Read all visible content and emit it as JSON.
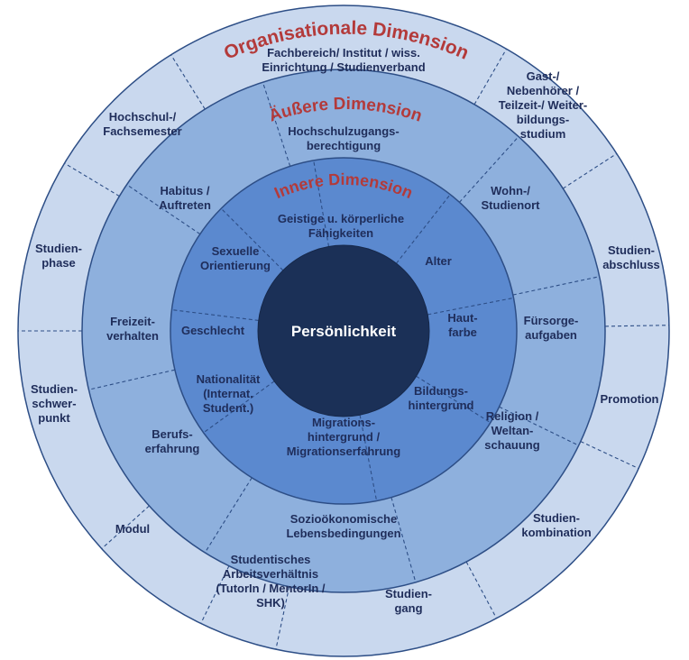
{
  "core": {
    "label": "Persönlichkeit"
  },
  "rings": {
    "outer": {
      "title": "Organisationale Dimension",
      "segments": [
        [
          "Fachbereich/ Institut / wiss.",
          "Einrichtung / Studienverband"
        ],
        [
          "Gast-/",
          "Nebenhörer /",
          "Teilzeit-/ Weiter-",
          "bildungs-",
          "studium"
        ],
        [
          "Studien-",
          "abschluss"
        ],
        [
          "Promotion"
        ],
        [
          "Studien-",
          "kombination"
        ],
        [
          "Studien-",
          "gang"
        ],
        [
          "Studentisches",
          "Arbeitsverhältnis",
          "(TutorIn / MentorIn /",
          "SHK)"
        ],
        [
          "Modul"
        ],
        [
          "Studien-",
          "schwer-",
          "punkt"
        ],
        [
          "Studien-",
          "phase"
        ],
        [
          "Hochschul-/",
          "Fachsemester"
        ]
      ]
    },
    "middle": {
      "title": "Äußere Dimension",
      "segments": [
        [
          "Hochschulzugangs-",
          "berechtigung"
        ],
        [
          "Wohn-/",
          "Studienort"
        ],
        [
          "Fürsorge-",
          "aufgaben"
        ],
        [
          "Religion /",
          "Weltan-",
          "schauung"
        ],
        [
          "Sozioökonomische",
          "Lebensbedingungen"
        ],
        [
          "Berufs-",
          "erfahrung"
        ],
        [
          "Freizeit-",
          "verhalten"
        ],
        [
          "Habitus /",
          "Auftreten"
        ]
      ]
    },
    "inner": {
      "title": "Innere Dimension",
      "segments": [
        [
          "Geistige u. körperliche",
          "Fähigkeiten"
        ],
        [
          "Alter"
        ],
        [
          "Haut-",
          "farbe"
        ],
        [
          "Bildungs-",
          "hintergrund"
        ],
        [
          "Migrations-",
          "hintergrund /",
          "Migrationserfahrung"
        ],
        [
          "Nationalität",
          "(Internat.",
          "Student.)"
        ],
        [
          "Geschlecht"
        ],
        [
          "Sexuelle",
          "Orientierung"
        ]
      ]
    }
  },
  "colors": {
    "outer_ring": "#c9d8ee",
    "middle_ring": "#8eb0dd",
    "inner_ring": "#5b89cf",
    "core": "#1b3057",
    "ring_border": "#2d4e86",
    "title_red": "#b33a3a",
    "label_text": "#1f2d5a"
  }
}
